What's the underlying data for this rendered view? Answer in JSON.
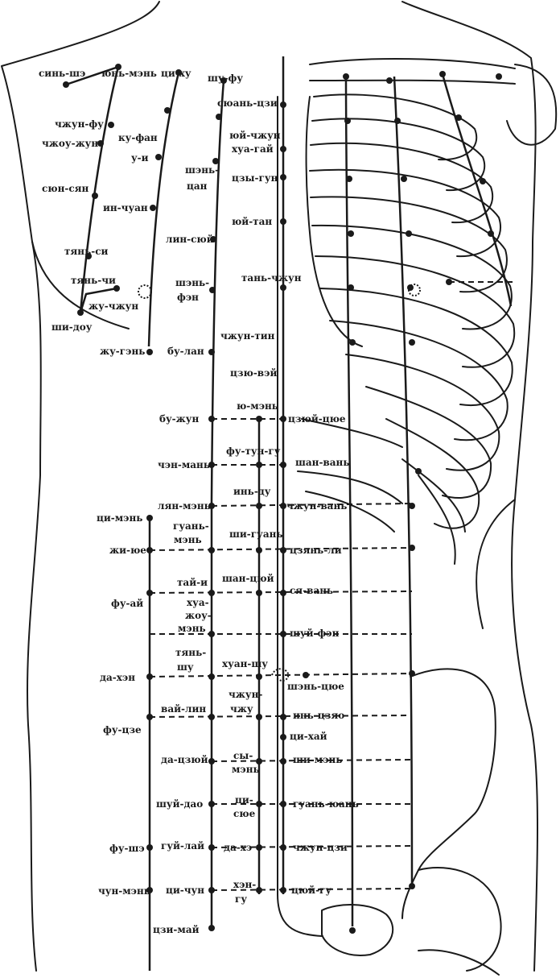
{
  "theme": {
    "ink": "#1a1a1a",
    "paper": "#ffffff"
  },
  "labels": {
    "sin_she": "синь-шэ",
    "yun_men": "юнь-мэнь",
    "qi_hu": "ци-ху",
    "shu_fu": "шу-фу",
    "zhong_fu": "чжун-фу",
    "ku_fang": "ку-фан",
    "shuan_qi": "сюань-цзи",
    "hua_gai": "хуа-гай",
    "zi_gong": "цзы-гун",
    "yu_tang": "юй-тан",
    "zhou_rong": "чжоу-жун",
    "wu_yi": "у-и",
    "shen_cang_1": "шэнь-",
    "shen_cang_2": "цан",
    "xiong_xiang": "сюн-сян",
    "ling_xu": "лин-сюй",
    "tian_xi": "тянь-си",
    "ying_chuang": "ин-чуан",
    "tan_zhong": "тань-чжун",
    "tian_chi": "тянь-чи",
    "shen_feng_1": "шэнь-",
    "shen_feng_2": "фэн",
    "ru_zhong": "жу-чжун",
    "shi_dou": "ши-доу",
    "zhong_ting": "чжун-тин",
    "ru_gen": "жу-гэнь",
    "bu_lang": "бу-лан",
    "jiu_wei": "цзю-вэй",
    "you_men": "ю-мэнь",
    "bu_rong": "бу-жун",
    "ju_que": "цзюй-цюе",
    "fu_tong_gu": "фу-тун-гу",
    "cheng_man": "чэн-мань",
    "shang_wan": "шан-вань",
    "yin_du": "инь-ду",
    "liang_men": "лян-мэнь",
    "zhong_wan": "чжун-вань",
    "qi_men": "ци-мэнь",
    "guan_men_1": "гуань-",
    "guan_men_2": "мэнь",
    "shi_guan": "ши-гуань",
    "ri_yue": "жи-юе",
    "jian_li": "цзянь-ли",
    "shang_qu": "шан-цюй",
    "tai_yi": "тай-и",
    "xia_wan": "ся-вань",
    "fu_ai": "фу-ай",
    "hua_rou_1": "хуа-",
    "hua_rou_2": "жоу-",
    "hua_rou_3": "мэнь",
    "shui_fen": "шуй-фэн",
    "tian_shu_1": "тянь-",
    "tian_shu_2": "шу",
    "huang_shu": "хуан-шу",
    "da_heng": "да-хэн",
    "shen_que": "шэнь-цюе",
    "zhong_zhu_1": "чжун-",
    "zhong_zhu_2": "чжу",
    "wai_ling": "вай-лин",
    "yin_jiao": "инь-цзяо",
    "fu_jie": "фу-цзе",
    "qi_hai": "ци-хай",
    "da_ju": "да-цзюй",
    "si_man_1": "сы-",
    "si_man_2": "мэнь",
    "shi_men": "ши-мэнь",
    "shui_dao": "шуй-дао",
    "qi_xue_1": "ци-",
    "qi_xue_2": "сюе",
    "guan_yuan": "гуань-юань",
    "fu_she": "фу-шэ",
    "gui_lai": "гуй-лай",
    "da_he": "да-хэ",
    "zhong_ji": "чжун-цзи",
    "heng_gu_1": "хэн-",
    "heng_gu_2": "гу",
    "chong_men": "чун-мэнь",
    "qi_chong": "ци-чун",
    "qu_gu": "цюй-гу",
    "ji_mai": "цзи-май"
  }
}
